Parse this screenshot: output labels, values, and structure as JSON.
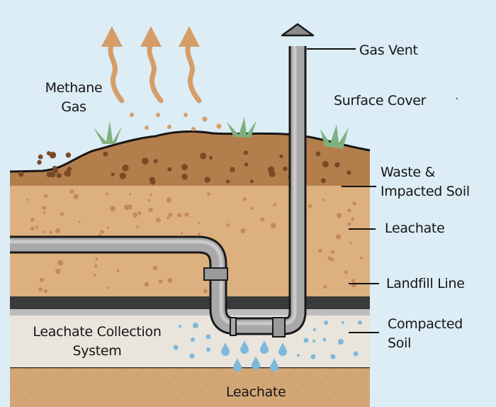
{
  "title": "Landfill cross-section diagram",
  "labels": {
    "methane_gas": [
      "Methane",
      "Gas"
    ],
    "gas_vent": "Gas Vent",
    "surface_cover": "Surface Cover",
    "waste_impacted_soil": [
      "Waste &",
      "Impacted Soil"
    ],
    "leachate_layer": "Leachate",
    "landfill_line": "Landfill Line",
    "compacted_soil": [
      "Compacted",
      "Soil"
    ],
    "leachate_collection_system": [
      "Leachate Collection",
      "System"
    ],
    "leachate_bottom": "Leachate"
  },
  "colors": {
    "sky": "#dcedf5",
    "topsoil": "#b47e4c",
    "topsoil_dots": "#7a4a26",
    "waste_layer": "#dcb07f",
    "waste_dots": "#c48a58",
    "liner": "#3a3a3a",
    "gravel": "#e9e5dc",
    "subsoil": "#d3a775",
    "pipe": "#a9a9a9",
    "pipe_highlight": "#c9c9c9",
    "gas_arrow": "#d59d68",
    "grass": "#7fb07f",
    "droplet": "#7fb8db"
  }
}
